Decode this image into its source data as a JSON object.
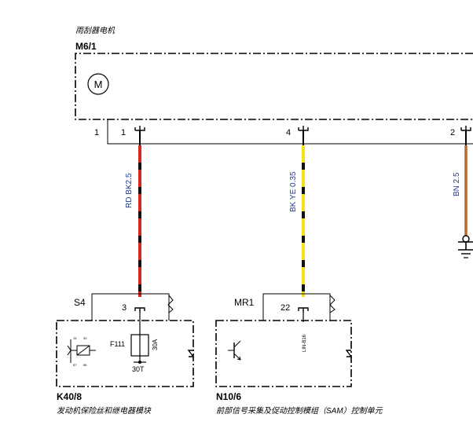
{
  "motor": {
    "subtitle": "雨刮器电机",
    "code": "M6/1",
    "symbol": "M",
    "connector": "1",
    "pins": [
      "1",
      "4",
      "2"
    ]
  },
  "wires": [
    {
      "spec": "RD BK2.5",
      "colors": [
        "#d9281e",
        "#111111"
      ]
    },
    {
      "spec": "BK YE 0.35",
      "colors": [
        "#f2e21a",
        "#111111"
      ]
    },
    {
      "spec": "BN 2.5",
      "colors": [
        "#b56a2e",
        "#b56a2e"
      ]
    }
  ],
  "fuse_module": {
    "connector": "S4",
    "pin": "3",
    "fuse": "F111",
    "rating": "30A",
    "terminal": "30T",
    "relay_labels": [
      "15",
      "30",
      "87",
      "86"
    ],
    "code": "K40/8",
    "name": "发动机保险丝和继电器模块"
  },
  "sam_module": {
    "connector": "MR1",
    "pin": "22",
    "bus": "LIN-B16",
    "code": "N10/6",
    "name": "前部信号采集及促动控制模组（SAM）控制单元"
  }
}
